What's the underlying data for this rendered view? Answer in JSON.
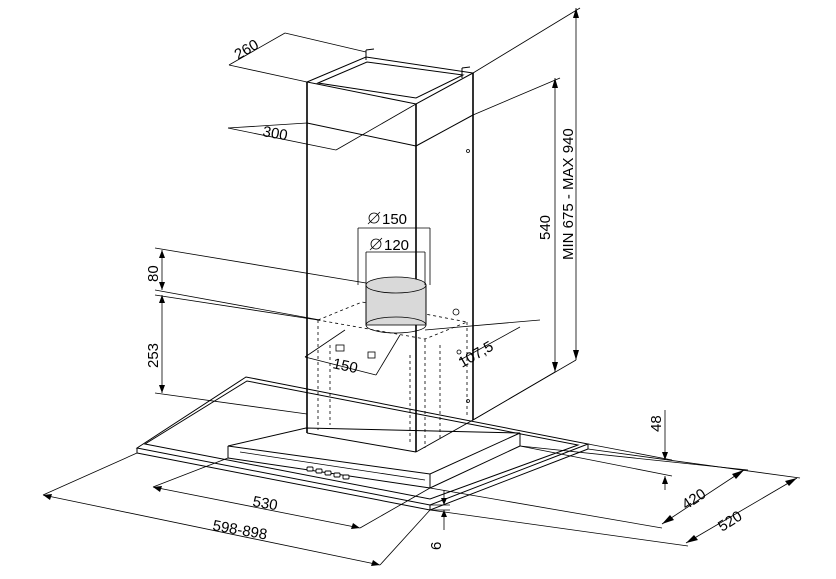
{
  "labels": {
    "chimney_depth": "260",
    "chimney_width": "300",
    "total_height": "MIN 675 - MAX 940",
    "chimney_height": "540",
    "outlet_outer": "150",
    "outlet_inner": "120",
    "motor_offset": "80",
    "body_height": "253",
    "outlet_front": "150",
    "outlet_side": "107,5",
    "glass_height": "48",
    "inner_depth": "420",
    "outer_depth": "520",
    "inner_width": "530",
    "total_width": "598-898",
    "glass_thickness": "6"
  },
  "symbols": {
    "diameter": "diameter-symbol"
  }
}
